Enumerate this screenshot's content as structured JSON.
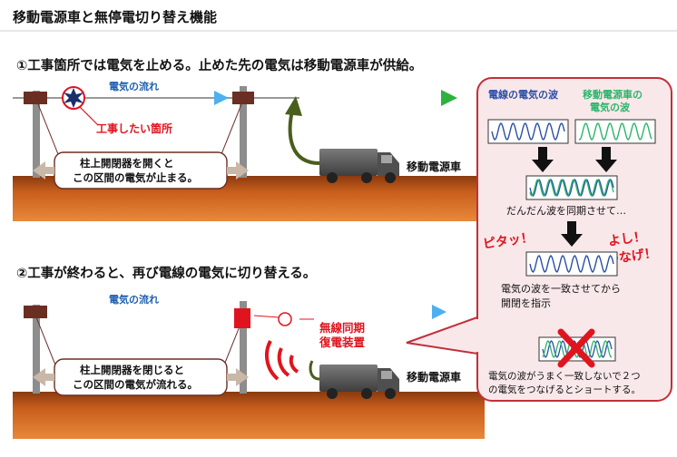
{
  "title": "移動電源車と無停電切り替え機能",
  "step1": {
    "heading": "①工事箇所では電気を止める。止めた先の電気は移動電源車が供給。",
    "flow_label": "電気の流れ",
    "work_site_label": "工事したい箇所",
    "note_line1": "柱上開閉器を開くと",
    "note_line2": "この区間の電気が止まる。",
    "vehicle_label": "移動電源車"
  },
  "step2": {
    "heading": "②工事が終わると、再び電線の電気に切り替える。",
    "flow_label": "電気の流れ",
    "device_line1": "無線同期",
    "device_line2": "復電装置",
    "note_line1": "柱上開閉器を閉じると",
    "note_line2": "この区間の電気が流れる。",
    "vehicle_label": "移動電源車"
  },
  "panel": {
    "line_wave_label": "電線の電気の波",
    "vehicle_wave_line1": "移動電源車の",
    "vehicle_wave_line2": "電気の波",
    "sync_label": "だんだん波を同期させて…",
    "exclaim_left": "ピタッ！",
    "exclaim_right_line1": "よし！",
    "exclaim_right_line2": "つなげ！",
    "match_line1": "電気の波を一致させてから",
    "match_line2": "開閉を指示",
    "fail_line1": "電気の波がうまく一致しないで２つ",
    "fail_line2": "の電気をつなげるとショートする。"
  },
  "colors": {
    "ground_top": "#8a3a10",
    "ground_bottom": "#e07a2a",
    "flow_arrow": "#2e8fd8",
    "supply_arrow": "#3ec24a",
    "panel_bg": "#f9e8ea",
    "panel_border": "#c0303a",
    "wave_blue": "#2b4fa8",
    "wave_green": "#2cb56a",
    "alert_red": "#e0141e",
    "switch_box": "#6a2e22",
    "truck": "#595959",
    "cable": "#4a5e1c"
  },
  "icons": [
    "spark-icon",
    "truck-icon",
    "switch-box",
    "cross-icon",
    "signal-arcs-icon"
  ]
}
